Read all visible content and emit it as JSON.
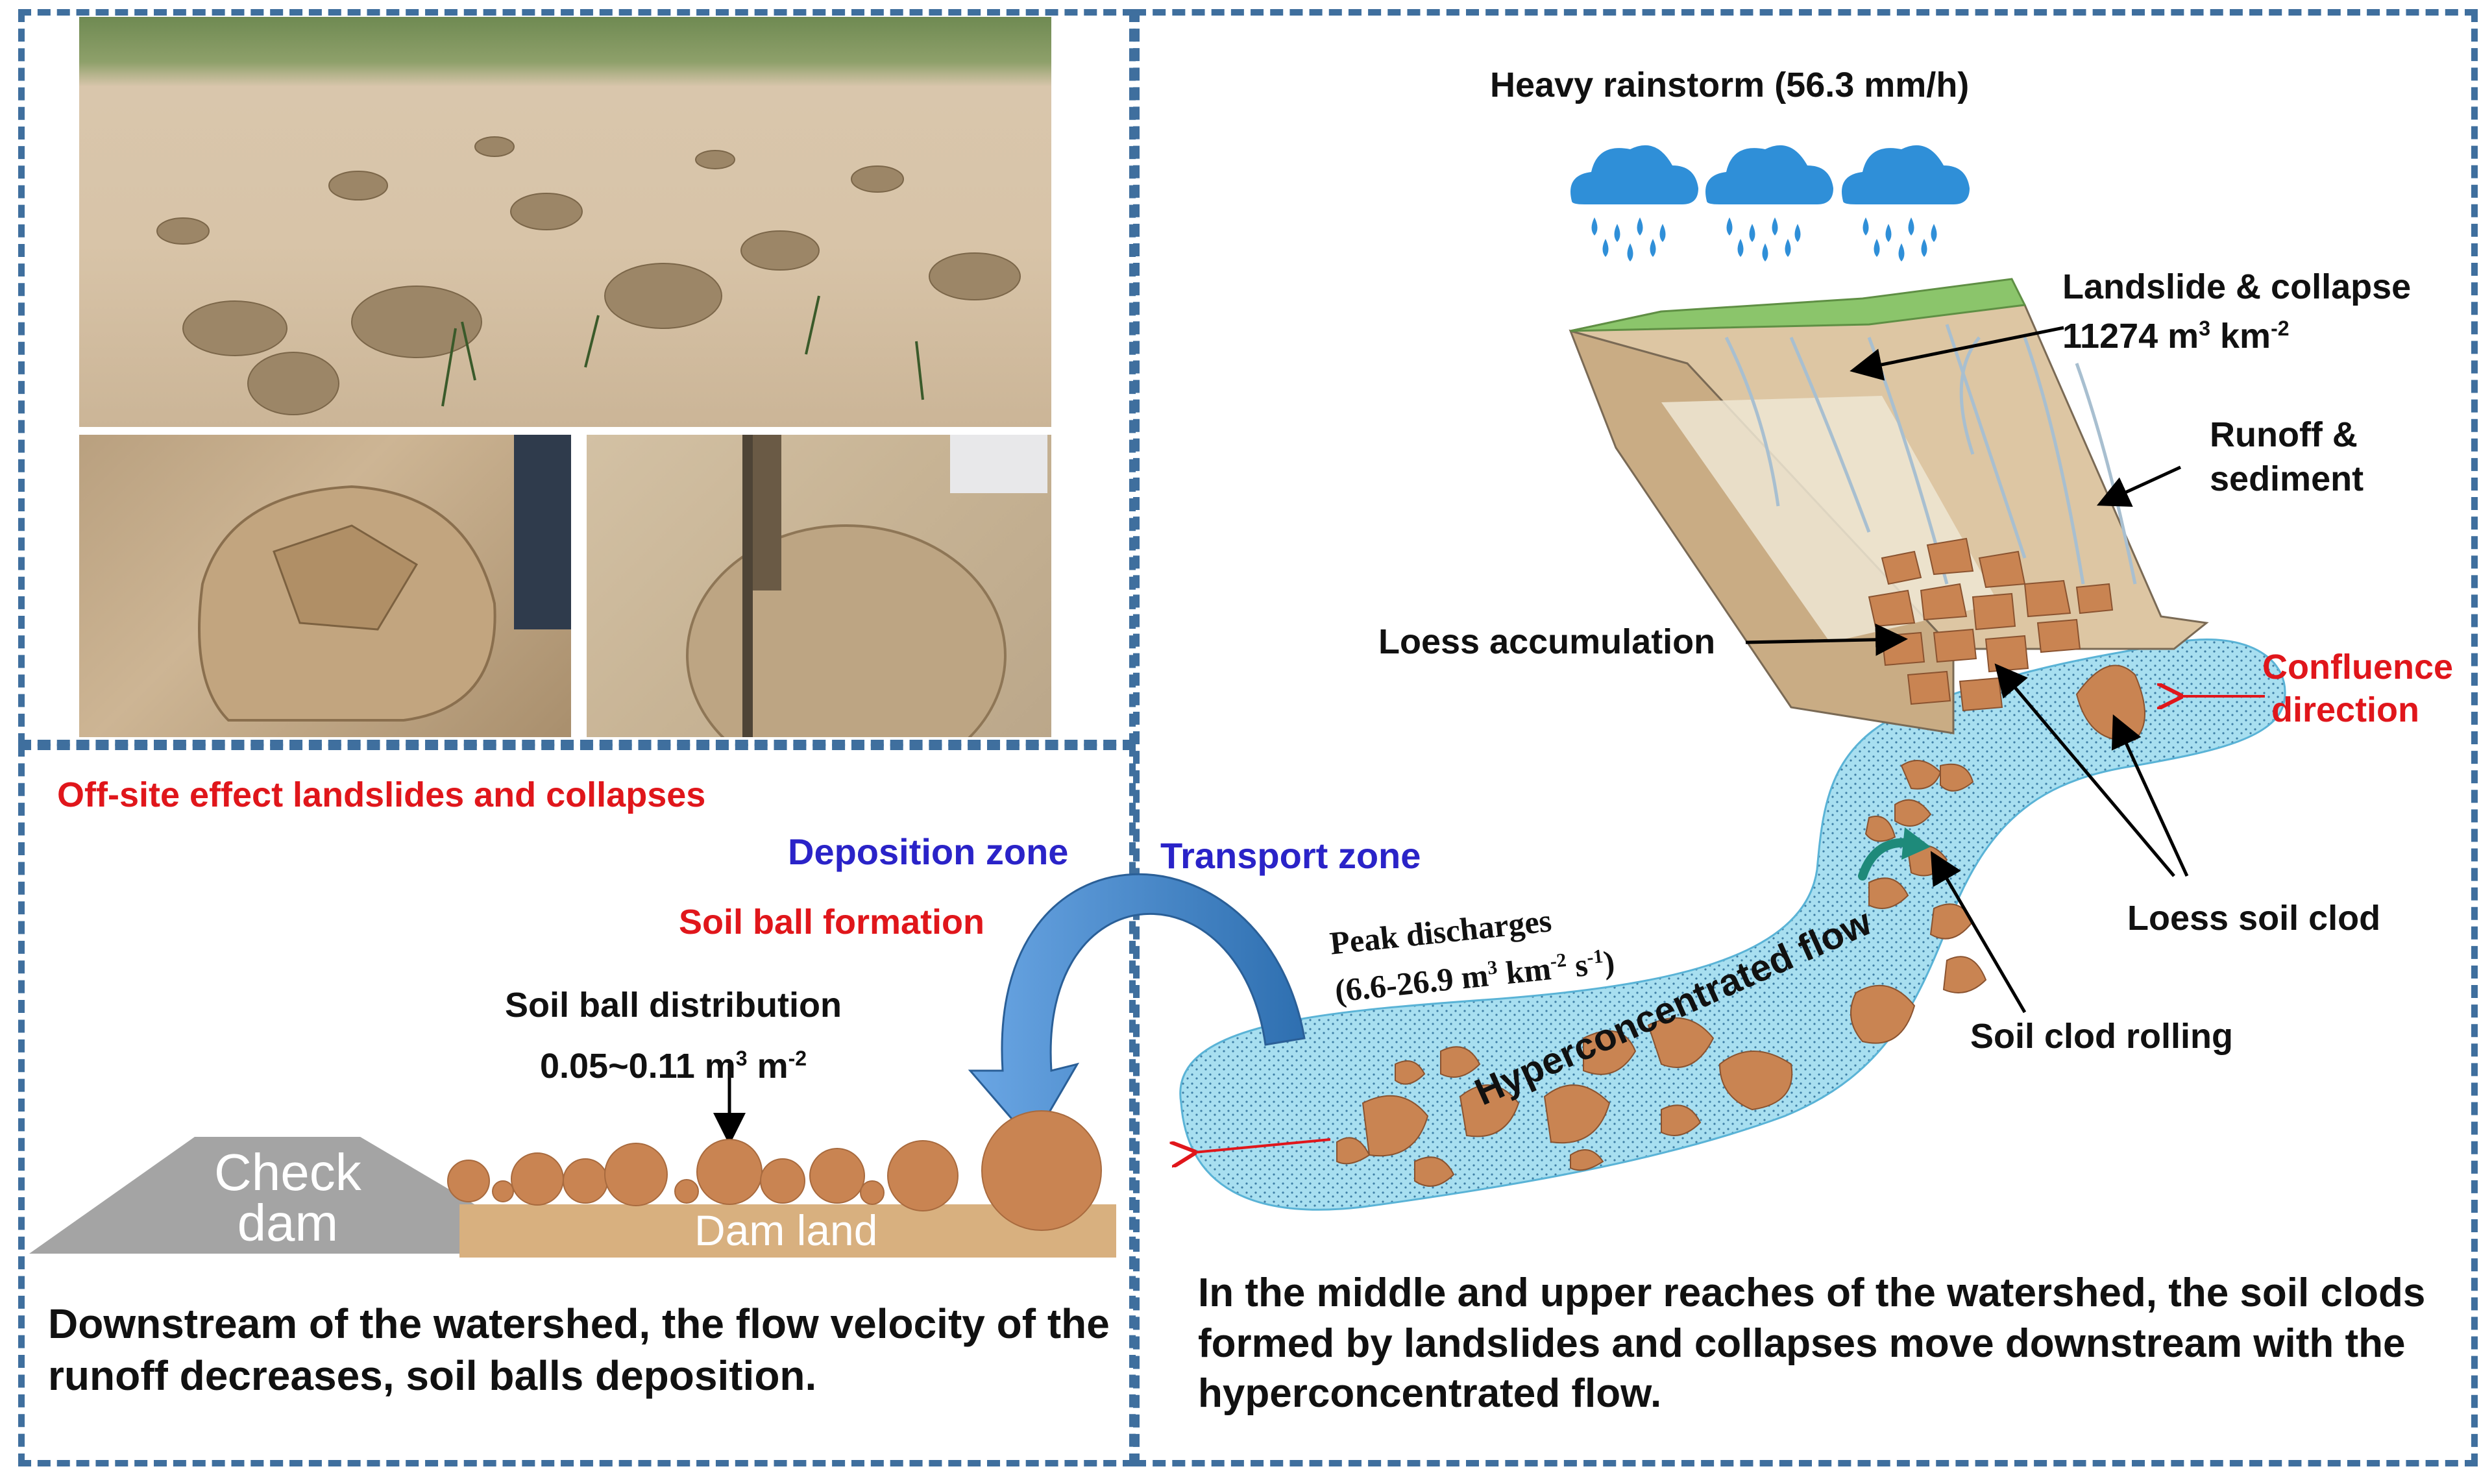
{
  "top": {
    "rainstorm": "Heavy rainstorm (56.3 mm/h)",
    "landslide_title": "Landslide & collapse",
    "landslide_value": "11274 m",
    "landslide_unit": "km",
    "runoff_1": "Runoff &",
    "runoff_2": "sediment",
    "loess_accumulation": "Loess accumulation",
    "confluence_1": "Confluence",
    "confluence_2": "direction",
    "loess_clod": "Loess soil clod",
    "clod_rolling": "Soil clod rolling",
    "hyper_flow": "Hyperconcentrated flow",
    "peak_1": "Peak discharges",
    "peak_2a": "(6.6-26.9 m",
    "peak_2b": "km",
    "peak_2c": "s",
    "peak_2d": ")"
  },
  "zones": {
    "transport": "Transport zone",
    "deposition": "Deposition zone",
    "offsite": "Off-site effect landslides and collapses",
    "soil_ball_formation": "Soil ball formation"
  },
  "soil_ball": {
    "distribution": "Soil ball distribution",
    "value_a": "0.05~0.11 m",
    "value_b": "m",
    "check_1": "Check",
    "check_2": "dam",
    "dam_land": "Dam land"
  },
  "sup": {
    "three": "3",
    "minus_two": "-2",
    "minus_one": "-1"
  },
  "captions": {
    "downstream": "Downstream of the watershed, the flow velocity of the runoff decreases, soil balls deposition.",
    "upstream": "In the middle and upper reaches of the watershed, the soil clods formed by landslides and collapses move downstream with the hyperconcentrated flow."
  },
  "colors": {
    "border": "#3f6f9e",
    "clod": "#c98452",
    "water": "#a8dff0",
    "red_text": "#e0161b",
    "blue_text": "#2a23c8",
    "rain_cloud": "#2f8fd8"
  },
  "icons": [
    "rain-cloud-icon",
    "rain-cloud-icon",
    "rain-cloud-icon"
  ]
}
